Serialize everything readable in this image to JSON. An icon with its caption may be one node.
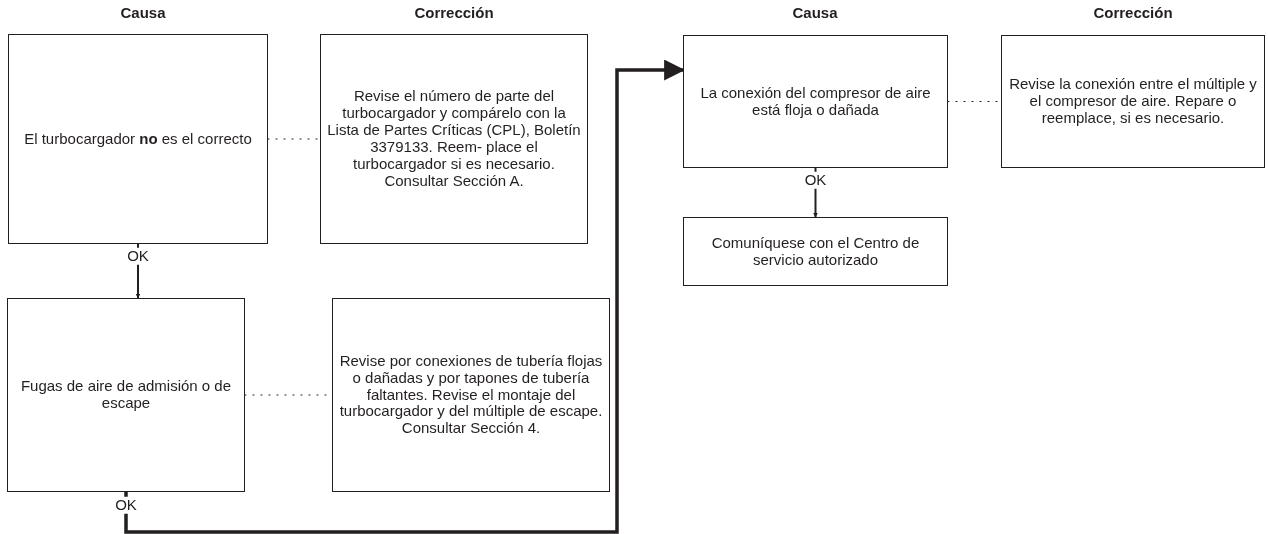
{
  "diagram": {
    "nodes": [
      {
        "text": [
          "El turbocargador **no** es el correcto"
        ]
      },
      {
        "text": [
          "Revise el número de parte del turbocargador y compárelo con la Lista de Partes Críticas (CPL), Boletín 3379133. Reem- place el turbocargador si es necesario. Consultar Sección A."
        ]
      },
      {
        "text": [
          "Fugas de aire de admisión o de escape"
        ]
      },
      {
        "text": [
          "Revise por conexiones de tubería flojas o dañadas y por tapones de tubería faltantes. Revise el montaje del turbocargador y del múltiple de escape. Consultar Sección 4."
        ]
      },
      {
        "text": [
          "La conexión del compresor de aire está floja o dañada"
        ]
      },
      {
        "text": [
          "Revise la conexión entre el múltiple y el compresor de aire. Repare o reemplace, si es necesario."
        ]
      },
      {
        "text": [
          "Comuníquese con el Centro de servicio autorizado"
        ]
      }
    ],
    "edges": [
      {
        "from": 0,
        "to": 1,
        "arrow": "none",
        "style": "dashed"
      },
      {
        "from": 0,
        "to": 2,
        "arrow": "to",
        "label": "OK"
      },
      {
        "from": 2,
        "to": 3,
        "arrow": "none",
        "style": "dashed"
      },
      {
        "from": 2,
        "to": 4,
        "arrow": "to",
        "label": "OK",
        "style": "thick"
      },
      {
        "from": 4,
        "to": 5,
        "arrow": "none",
        "style": "dashed"
      },
      {
        "from": 4,
        "to": 6,
        "arrow": "to",
        "label": "OK"
      }
    ],
    "labels": [
      "Causa",
      "Corrección",
      "Causa",
      "Corrección"
    ]
  }
}
